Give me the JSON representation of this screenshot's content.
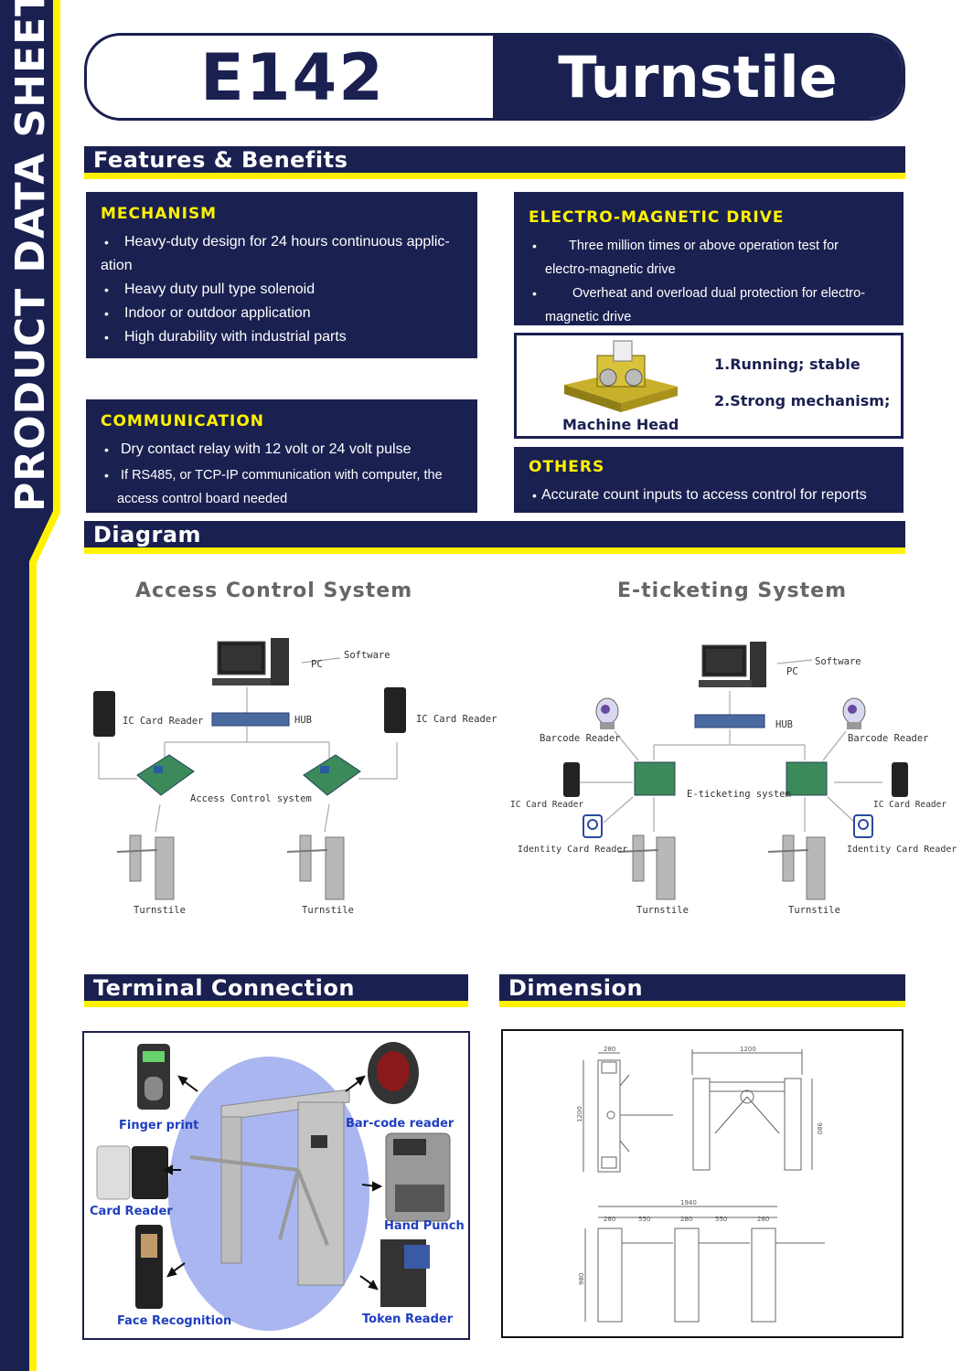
{
  "side_banner": "PRODUCT DATA SHEET",
  "title": {
    "model": "E142",
    "name": "Turnstile"
  },
  "sections": {
    "features": "Features & Benefits",
    "diagram": "Diagram",
    "terminal": "Terminal Connection",
    "dimension": "Dimension"
  },
  "mechanism": {
    "heading": "MECHANISM",
    "items": [
      "Heavy-duty design for 24 hours continuous applic-",
      "ation",
      "Heavy duty pull type solenoid",
      "Indoor or outdoor application",
      "High durability with industrial parts"
    ]
  },
  "electro": {
    "heading": "ELECTRO-MAGNETIC DRIVE",
    "items": [
      "Three million times or above operation test for",
      "electro-magnetic drive",
      "Overheat and overload dual protection for electro-",
      "magnetic drive"
    ]
  },
  "machine": {
    "label": "Machine Head",
    "point1": "1.Running; stable",
    "point2": "2.Strong mechanism;"
  },
  "communication": {
    "heading": "COMMUNICATION",
    "items": [
      "Dry contact relay  with 12 volt or 24 volt pulse",
      "If RS485, or TCP-IP communication with computer, the",
      "access control board needed"
    ]
  },
  "others": {
    "heading": "OTHERS",
    "items": [
      "Accurate count inputs  to access control for reports"
    ]
  },
  "access": {
    "title": "Access Control System",
    "software": "Software",
    "pc": "PC",
    "hub": "HUB",
    "ic_left": "IC Card Reader",
    "ic_right": "IC Card Reader",
    "controller": "Access Control system",
    "turnstile_left": "Turnstile",
    "turnstile_right": "Turnstile"
  },
  "eticket": {
    "title": "E-ticketing System",
    "software": "Software",
    "pc": "PC",
    "hub": "HUB",
    "barcode_left": "Barcode Reader",
    "barcode_right": "Barcode Reader",
    "ic_left": "IC Card Reader",
    "ic_right": "IC Card Reader",
    "system": "E-ticketing system",
    "identity_left": "Identity Card Reader",
    "identity_right": "Identity Card Reader",
    "turnstile_left": "Turnstile",
    "turnstile_right": "Turnstile"
  },
  "terminal": {
    "finger": "Finger print",
    "barcode": "Bar-code reader",
    "card": "Card Reader",
    "hand": "Hand Punch",
    "face": "Face Recognition",
    "token": "Token Reader"
  },
  "dimension": {
    "d280a": "280",
    "d1200a": "1200",
    "d1200b": "1200",
    "d980a": "980",
    "d1940": "1940",
    "d280b": "280",
    "d550a": "550",
    "d280c": "280",
    "d550b": "550",
    "d280d": "280",
    "d980b": "980"
  },
  "colors": {
    "navy": "#1a2050",
    "yellow": "#fff200",
    "label_blue": "#1f3fbf"
  }
}
